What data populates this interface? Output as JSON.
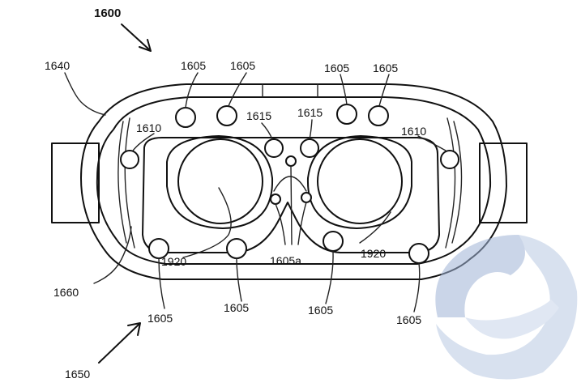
{
  "figure": {
    "number": "1600",
    "view_label": "1650",
    "labels": {
      "sensor": "1605",
      "sensor_nose": "1605a",
      "inner_sensor": "1615",
      "side_sensor": "1610",
      "frame": "1640",
      "housing": "1660",
      "lens": "1920"
    }
  }
}
